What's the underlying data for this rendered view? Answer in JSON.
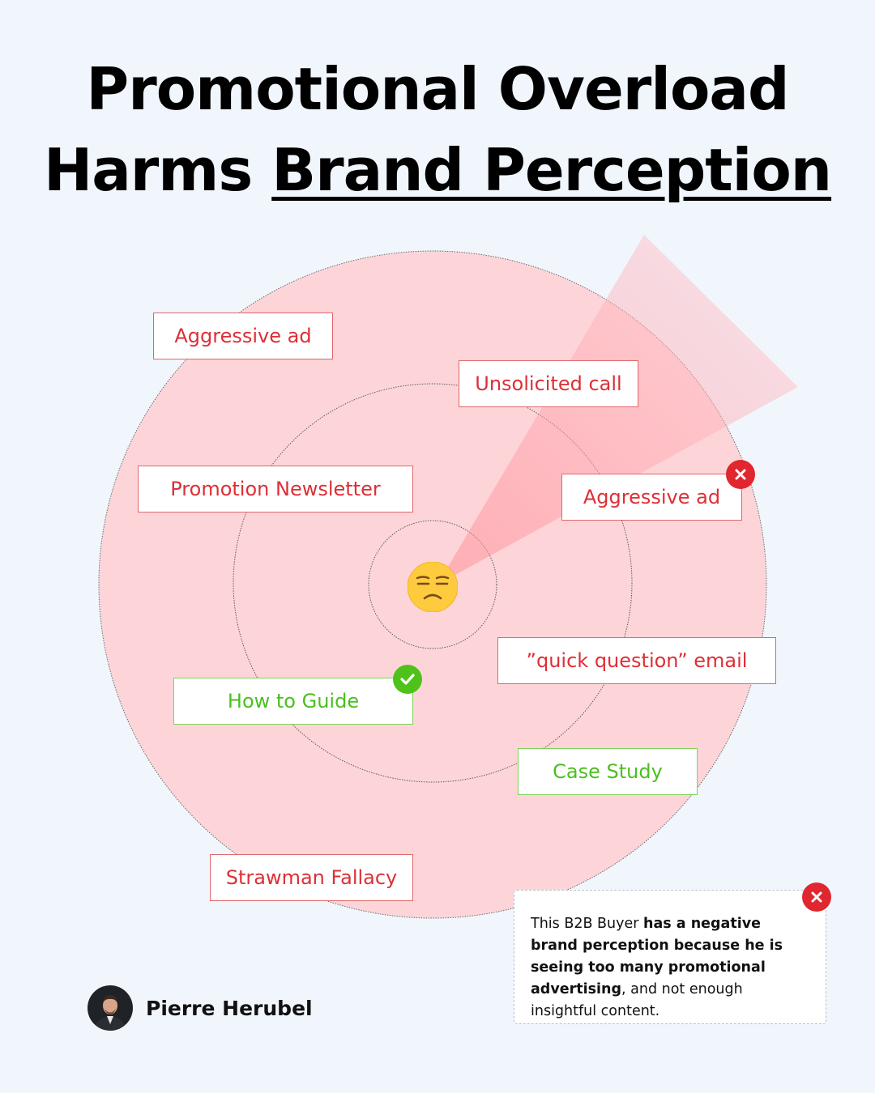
{
  "title": {
    "line1": "Promotional Overload",
    "line2_prefix": "Harms ",
    "line2_emphasis": "Brand Perception"
  },
  "diagram": {
    "center_icon": "unamused-face-icon",
    "colors": {
      "radar_fill": "#fdd5d8",
      "beam": "#ff9aa2",
      "negative": "#dd2f36",
      "positive": "#4bbf1f"
    },
    "tags": [
      {
        "label": "Aggressive ad",
        "kind": "negative",
        "badge": ""
      },
      {
        "label": "Unsolicited call",
        "kind": "negative",
        "badge": ""
      },
      {
        "label": "Promotion Newsletter",
        "kind": "negative",
        "badge": ""
      },
      {
        "label": "Aggressive ad",
        "kind": "negative",
        "badge": "x-icon"
      },
      {
        "label": "”quick question” email",
        "kind": "negative",
        "badge": ""
      },
      {
        "label": "How to Guide",
        "kind": "positive",
        "badge": "check-icon"
      },
      {
        "label": "Case Study",
        "kind": "positive",
        "badge": ""
      },
      {
        "label": "Strawman Fallacy",
        "kind": "negative",
        "badge": ""
      }
    ]
  },
  "note": {
    "badge": "x-icon",
    "part1": "This B2B Buyer ",
    "part2": "has a negative brand perception because he is seeing too many promotional advertising",
    "part3": ", and not enough insightful content."
  },
  "author": {
    "name": "Pierre Herubel",
    "avatar_icon": "person-avatar-icon"
  }
}
